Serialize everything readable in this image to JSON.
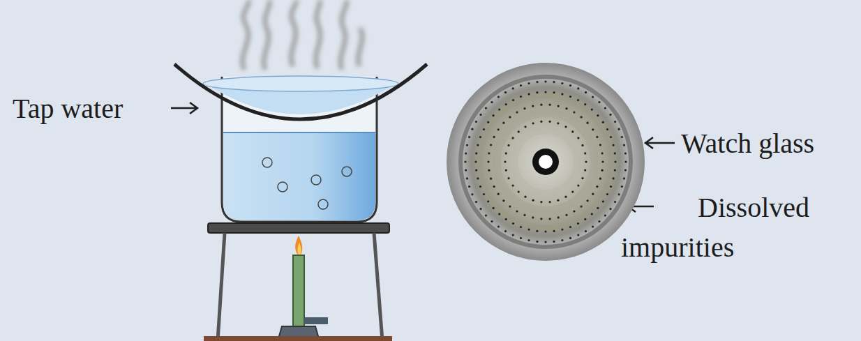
{
  "diagram": {
    "labels": [
      "Tap water",
      "Watch glass",
      "Dissolved impurities"
    ]
  }
}
